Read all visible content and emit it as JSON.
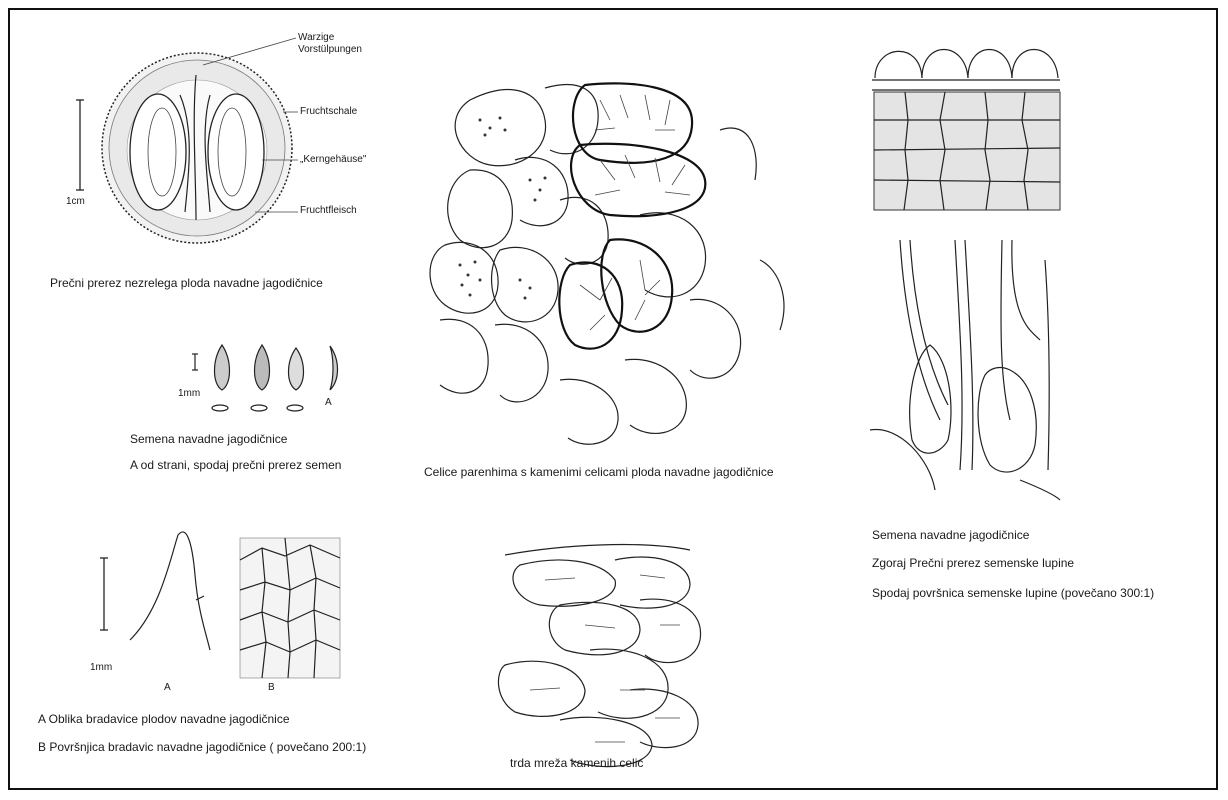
{
  "fruit_section": {
    "scale": "1cm",
    "annotations": [
      "Warzige Vorstülpungen",
      "Fruchtschale",
      "„Kerngehäuse\"",
      "Fruchtfleisch"
    ],
    "caption": "Prečni prerez nezrelega ploda navadne jagodičnice"
  },
  "seeds": {
    "scale": "1mm",
    "side_label": "A",
    "caption_line1": "Semena navadne jagodičnice",
    "caption_line2": "A od strani, spodaj prečni prerez semen"
  },
  "warts": {
    "scale": "1mm",
    "label_a": "A",
    "label_b": "B",
    "caption_line1": "A Oblika bradavice plodov navadne jagodičnice",
    "caption_line2": "B Površnjica bradavic navadne jagodičnice ( povečano 200:1)"
  },
  "parenchyma": {
    "caption": "Celice parenhima s kamenimi celicami ploda navadne jagodičnice"
  },
  "stone_cells": {
    "caption": "trda mreža kamenih celic"
  },
  "seed_coat": {
    "caption_line1": "Semena navadne jagodičnice",
    "caption_line2": "Zgoraj Prečni prerez semenske lupine",
    "caption_line3": "Spodaj površnica semenske lupine (povečano 300:1)"
  }
}
